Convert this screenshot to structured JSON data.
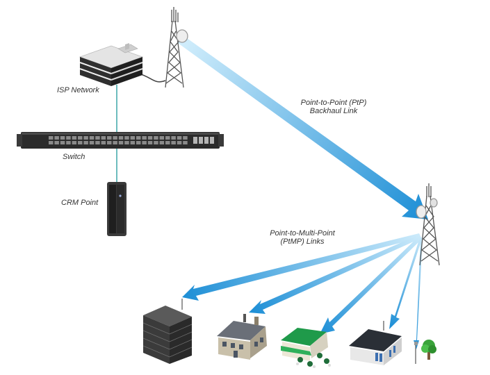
{
  "labels": {
    "isp_network": "ISP Network",
    "switch": "Switch",
    "crm_point": "CRM Point",
    "ptp_line1": "Point-to-Point (PtP)",
    "ptp_line2": "Backhaul Link",
    "ptmp_line1": "Point-to-Multi-Point",
    "ptmp_line2": "(PtMP) Links"
  },
  "colors": {
    "beam_light": "#bfe6fa",
    "beam_dark": "#1e8fd6",
    "cable": "#3aa6a8",
    "switch_body": "#2b2b2b",
    "server_body": "#3a3a3a",
    "tower": "#555555",
    "roof_green": "#1f9a4a",
    "roof_dark": "#2a2f36"
  },
  "icons": [
    "server-icon",
    "switch-icon",
    "crm-point-icon",
    "tower-icon",
    "office-building-icon",
    "house-icon",
    "restaurant-icon",
    "store-icon",
    "tree-lamp-icon"
  ]
}
